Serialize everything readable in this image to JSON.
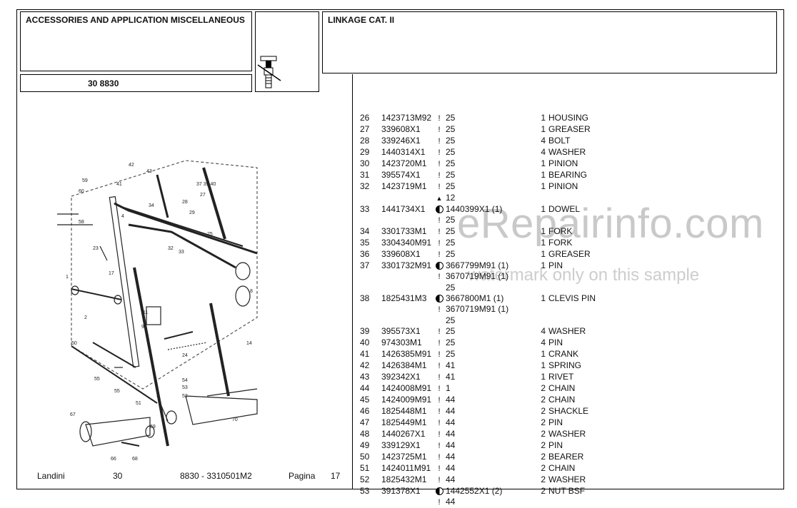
{
  "header": {
    "section_title": "ACCESSORIES AND APPLICATION MISCELLANEOUS",
    "group_code": "30 8830",
    "linkage_title": "LINKAGE CAT. II"
  },
  "parts": [
    {
      "no": "26",
      "pn": "1423713M92",
      "sym": "!",
      "ref": "25",
      "qty": "1",
      "desc": "HOUSING"
    },
    {
      "no": "27",
      "pn": "339608X1",
      "sym": "!",
      "ref": "25",
      "qty": "1",
      "desc": "GREASER"
    },
    {
      "no": "28",
      "pn": "339246X1",
      "sym": "!",
      "ref": "25",
      "qty": "4",
      "desc": "BOLT"
    },
    {
      "no": "29",
      "pn": "1440314X1",
      "sym": "!",
      "ref": "25",
      "qty": "4",
      "desc": "WASHER"
    },
    {
      "no": "30",
      "pn": "1423720M1",
      "sym": "!",
      "ref": "25",
      "qty": "1",
      "desc": "PINION"
    },
    {
      "no": "31",
      "pn": "395574X1",
      "sym": "!",
      "ref": "25",
      "qty": "1",
      "desc": "BEARING"
    },
    {
      "no": "32",
      "pn": "1423719M1",
      "sym": "!",
      "ref": "25",
      "qty": "1",
      "desc": "PINION"
    },
    {
      "no": "",
      "pn": "",
      "sym": "▲",
      "ref": "12",
      "qty": "",
      "desc": ""
    },
    {
      "no": "33",
      "pn": "1441734X1",
      "sym": "dot",
      "ref": "1440399X1  (1)",
      "qty": "1",
      "desc": "DOWEL"
    },
    {
      "no": "",
      "pn": "",
      "sym": "!",
      "ref": "25",
      "qty": "",
      "desc": ""
    },
    {
      "no": "34",
      "pn": "3301733M1",
      "sym": "!",
      "ref": "25",
      "qty": "1",
      "desc": "FORK"
    },
    {
      "no": "35",
      "pn": "3304340M91",
      "sym": "!",
      "ref": "25",
      "qty": "1",
      "desc": "FORK"
    },
    {
      "no": "36",
      "pn": "339608X1",
      "sym": "!",
      "ref": "25",
      "qty": "1",
      "desc": "GREASER"
    },
    {
      "no": "37",
      "pn": "3301732M91",
      "sym": "dot",
      "ref": "3667799M91  (1)",
      "qty": "1",
      "desc": "PIN"
    },
    {
      "no": "",
      "pn": "",
      "sym": "!",
      "ref": " 3670719M91  (1)",
      "qty": "",
      "desc": ""
    },
    {
      "no": "",
      "pn": "",
      "sym": "",
      "ref": "25",
      "qty": "",
      "desc": ""
    },
    {
      "no": "38",
      "pn": "1825431M3",
      "sym": "dot",
      "ref": "3667800M1  (1)",
      "qty": "1",
      "desc": "CLEVIS PIN"
    },
    {
      "no": "",
      "pn": "",
      "sym": "!",
      "ref": " 3670719M91  (1)",
      "qty": "",
      "desc": ""
    },
    {
      "no": "",
      "pn": "",
      "sym": "",
      "ref": "25",
      "qty": "",
      "desc": ""
    },
    {
      "no": "39",
      "pn": "395573X1",
      "sym": "!",
      "ref": "25",
      "qty": "4",
      "desc": "WASHER"
    },
    {
      "no": "40",
      "pn": "974303M1",
      "sym": "!",
      "ref": "25",
      "qty": "4",
      "desc": "PIN"
    },
    {
      "no": "41",
      "pn": "1426385M91",
      "sym": "!",
      "ref": "25",
      "qty": "1",
      "desc": "CRANK"
    },
    {
      "no": "42",
      "pn": "1426384M1",
      "sym": "!",
      "ref": "41",
      "qty": "1",
      "desc": "SPRING"
    },
    {
      "no": "43",
      "pn": "392342X1",
      "sym": "!",
      "ref": "41",
      "qty": "1",
      "desc": "RIVET"
    },
    {
      "no": "44",
      "pn": "1424008M91",
      "sym": "!",
      "ref": "1",
      "qty": "2",
      "desc": "CHAIN"
    },
    {
      "no": "45",
      "pn": "1424009M91",
      "sym": "!",
      "ref": "44",
      "qty": "2",
      "desc": "CHAIN"
    },
    {
      "no": "46",
      "pn": "1825448M1",
      "sym": "!",
      "ref": "44",
      "qty": "2",
      "desc": "SHACKLE"
    },
    {
      "no": "47",
      "pn": "1825449M1",
      "sym": "!",
      "ref": "44",
      "qty": "2",
      "desc": "PIN"
    },
    {
      "no": "48",
      "pn": "1440267X1",
      "sym": "!",
      "ref": "44",
      "qty": "2",
      "desc": "WASHER"
    },
    {
      "no": "49",
      "pn": "339129X1",
      "sym": "!",
      "ref": "44",
      "qty": "2",
      "desc": "PIN"
    },
    {
      "no": "50",
      "pn": "1423725M1",
      "sym": "!",
      "ref": "44",
      "qty": "2",
      "desc": "BEARER"
    },
    {
      "no": "51",
      "pn": "1424011M91",
      "sym": "!",
      "ref": "44",
      "qty": "2",
      "desc": "CHAIN"
    },
    {
      "no": "52",
      "pn": "1825432M1",
      "sym": "!",
      "ref": "44",
      "qty": "2",
      "desc": "WASHER"
    },
    {
      "no": "53",
      "pn": "391378X1",
      "sym": "dot",
      "ref": "1442552X1  (2)",
      "qty": "2",
      "desc": "NUT BSF"
    },
    {
      "no": "",
      "pn": "",
      "sym": "!",
      "ref": "44",
      "qty": "",
      "desc": ""
    }
  ],
  "watermark": {
    "main": "eRepairinfo.com",
    "sub": "watermark only on this sample"
  },
  "footer": {
    "brand": "Landini",
    "group": "30",
    "model_ref": "8830 - 3310501M2",
    "page_label": "Pagina",
    "page_no": "17"
  },
  "icons": {
    "header_icon": "grease-fitting-crossed-icon",
    "dot_symbol": "half-filled-circle-icon"
  }
}
